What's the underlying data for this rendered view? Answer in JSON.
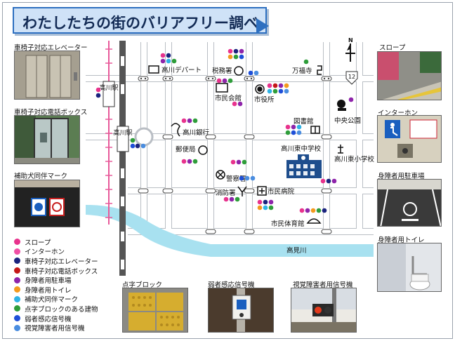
{
  "title": "わたしたちの街のバリアフリー調べ",
  "photos": {
    "elevator": "車椅子対応エレベーター",
    "phone_booth": "車椅子対応電話ボックス",
    "service_dog": "補助犬同伴マーク",
    "slope": "スロープ",
    "interphone": "インターホン",
    "parking": "身障者用駐車場",
    "toilet": "身障者用トイレ",
    "tactile": "点字ブロック",
    "weak_signal": "弱者感応信号機",
    "visual_signal": "視覚障害者用信号機"
  },
  "legend": [
    {
      "label": "スロープ",
      "color": "#e8338d"
    },
    {
      "label": "インターホン",
      "color": "#f04fa5"
    },
    {
      "label": "車椅子対応エレベーター",
      "color": "#1a237e"
    },
    {
      "label": "車椅子対応電話ボックス",
      "color": "#c41818"
    },
    {
      "label": "身障者用駐車場",
      "color": "#8e24aa"
    },
    {
      "label": "身障者用トイレ",
      "color": "#f39a1e"
    },
    {
      "label": "補助犬同伴マーク",
      "color": "#2fb3e6"
    },
    {
      "label": "点字ブロックのある建物",
      "color": "#2e9d3a"
    },
    {
      "label": "弱者感応信号機",
      "color": "#1e4fd8"
    },
    {
      "label": "視覚障害者用信号機",
      "color": "#4a8de0"
    }
  ],
  "places": {
    "takagawa_dept": "高川デパート",
    "zeimusho": "税務署",
    "manpukuji": "万福寺",
    "route_number": "12",
    "shiminkaikan": "市民会館",
    "shiyakusho": "市役所",
    "chuo_koen": "中央公園",
    "takagawa_bank": "高川銀行",
    "toshokan": "図書館",
    "yubinkyoku": "郵便局",
    "higashi_chu": "高川東中学校",
    "higashi_sho": "高川東小学校",
    "keisatsu": "警察署",
    "shobosho": "消防署",
    "shimin_byoin": "市民病院",
    "taiikukan": "市民体育館",
    "river": "高見川",
    "station_1": "高川駅",
    "station_2": "高川駅"
  }
}
